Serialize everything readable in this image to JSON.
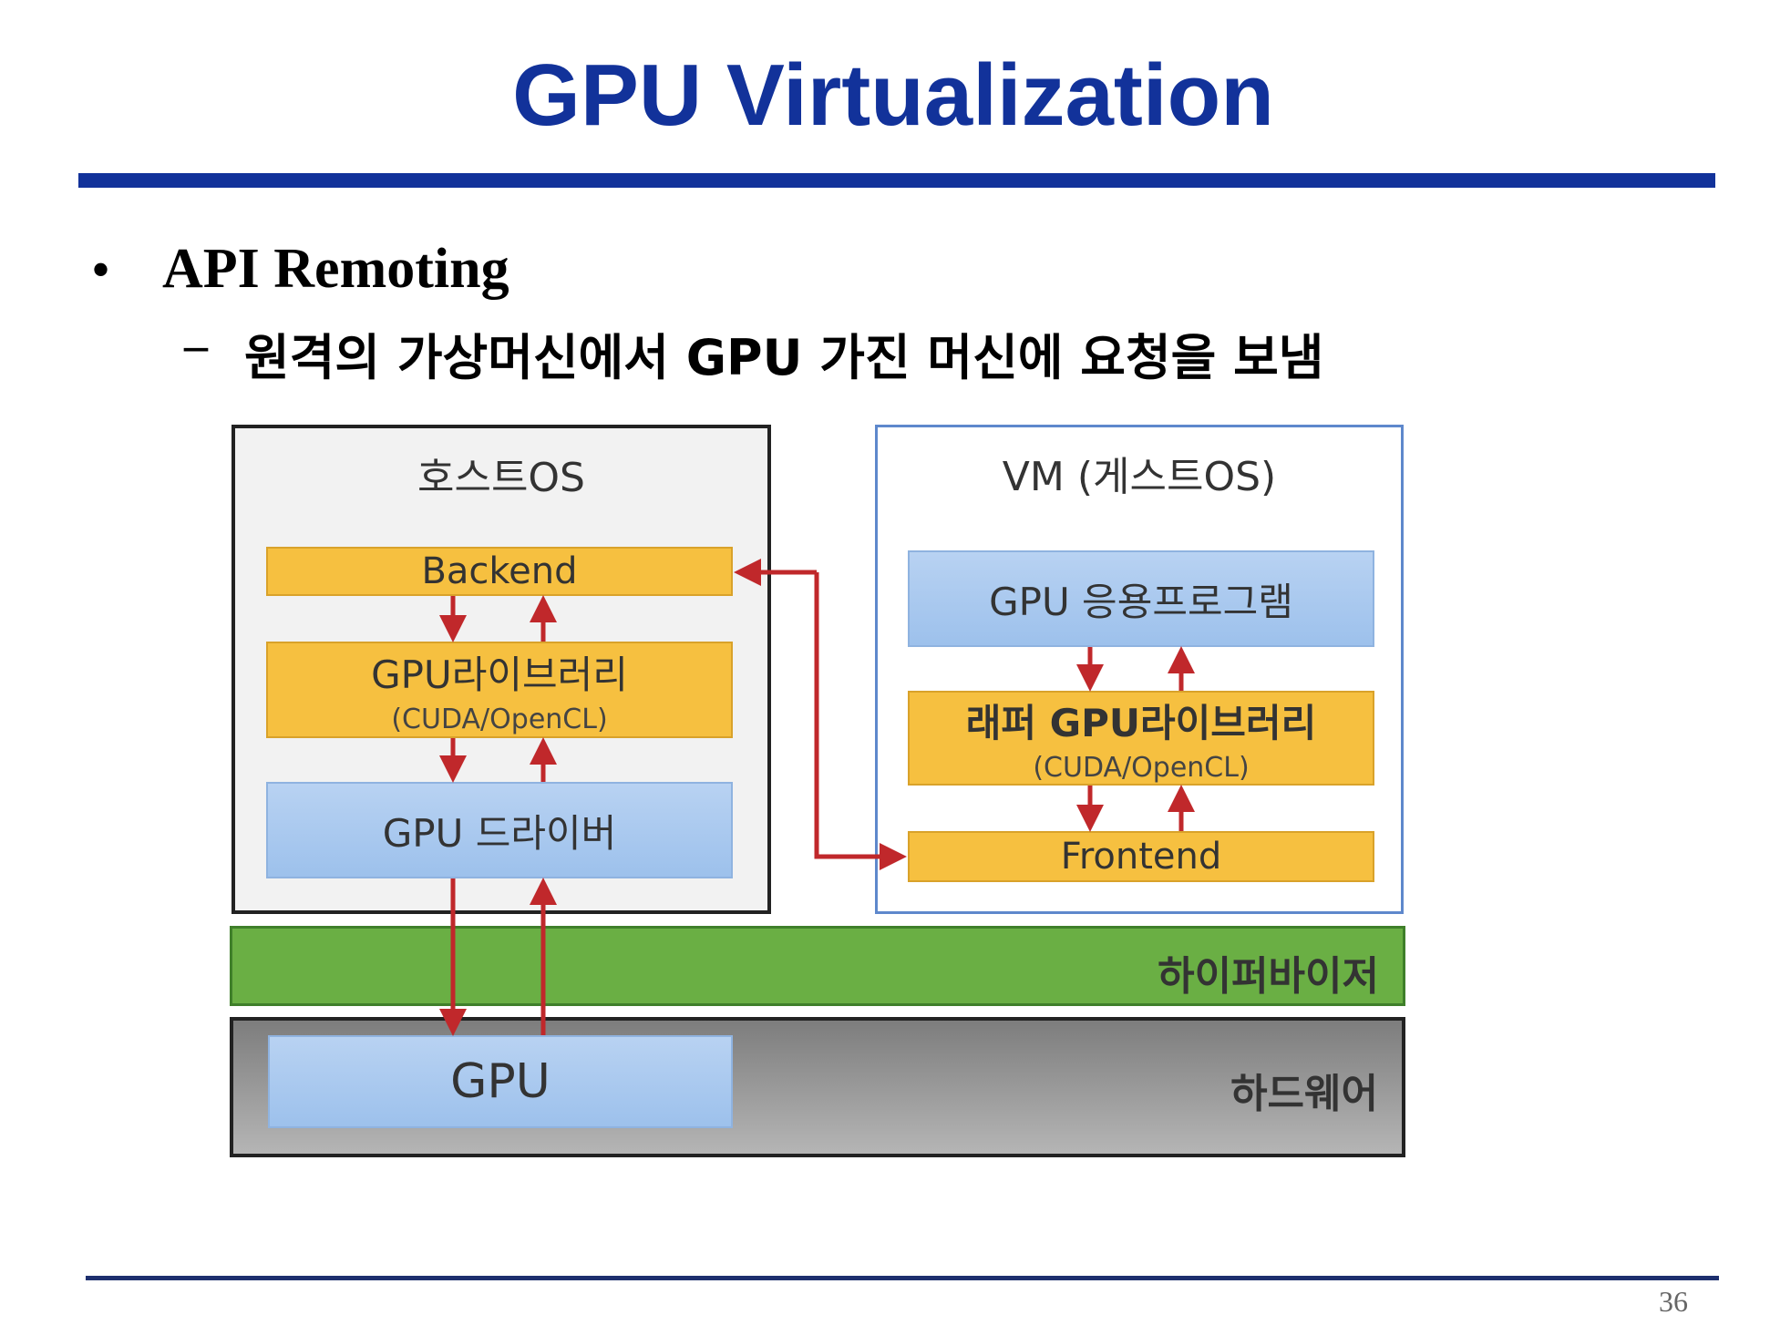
{
  "slide": {
    "title": "GPU Virtualization",
    "bullet": "API Remoting",
    "sub_bullet": "원격의 가상머신에서 GPU 가진 머신에 요청을 보냄",
    "page_number": "36"
  },
  "diagram": {
    "host_os": {
      "title": "호스트OS",
      "backend": "Backend",
      "gpu_library": "GPU라이브러리",
      "gpu_library_sub": "(CUDA/OpenCL)",
      "gpu_driver": "GPU 드라이버"
    },
    "vm": {
      "title": "VM (게스트OS)",
      "gpu_app": "GPU 응용프로그램",
      "wrapper_library": "래퍼 GPU라이브러리",
      "wrapper_library_sub": "(CUDA/OpenCL)",
      "frontend": "Frontend"
    },
    "hypervisor": "하이퍼바이저",
    "hardware": "하드웨어",
    "gpu": "GPU",
    "colors": {
      "title_blue": "#12329a",
      "box_yellow": "#f6c040",
      "box_blue": "#a9c8ef",
      "hypervisor_green": "#6aaf44",
      "hardware_gray": "#999999",
      "arrow_red": "#c0282b"
    }
  }
}
